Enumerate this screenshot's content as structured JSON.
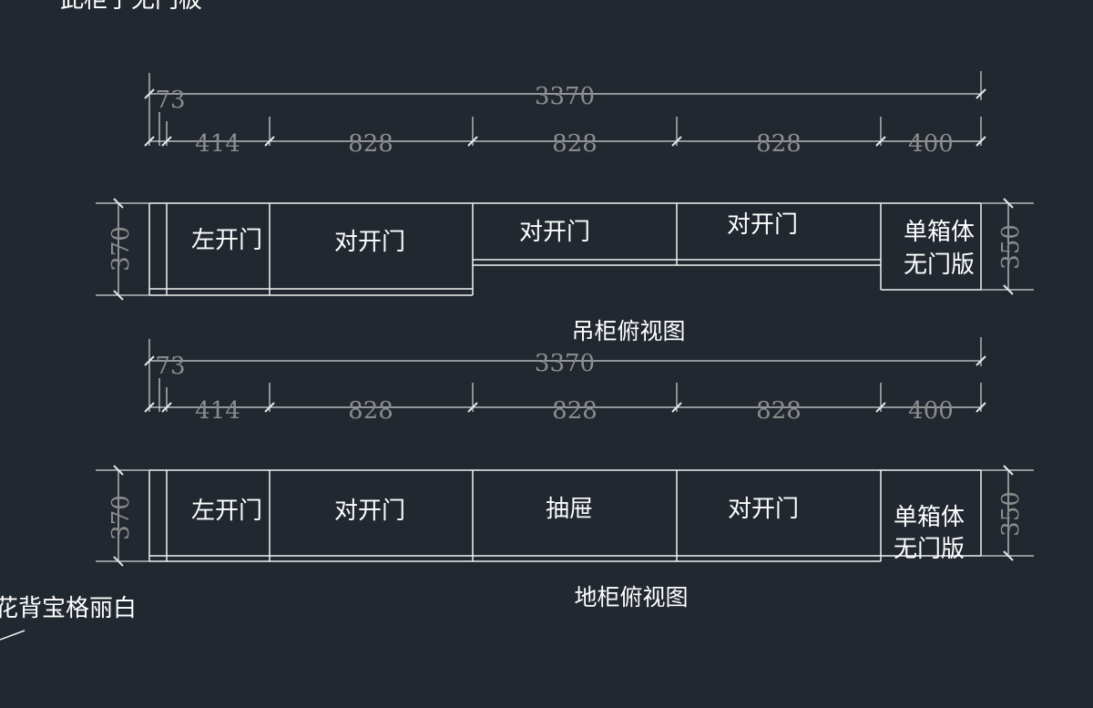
{
  "top_note": "此柜子无门板",
  "bottom_note": "花背宝格丽白",
  "upper": {
    "title": "吊柜俯视图",
    "overall_dim": "3370",
    "first_dim": "73",
    "dims": [
      "414",
      "828",
      "828",
      "828",
      "400"
    ],
    "depth_left": "370",
    "depth_right": "350",
    "sections": [
      {
        "lines": [
          "左开门"
        ]
      },
      {
        "lines": [
          "对开门"
        ]
      },
      {
        "lines": [
          "对开门"
        ]
      },
      {
        "lines": [
          "对开门"
        ]
      },
      {
        "lines": [
          "单箱体",
          "无门版"
        ]
      }
    ]
  },
  "base": {
    "title": "地柜俯视图",
    "overall_dim": "3370",
    "first_dim": "73",
    "dims": [
      "414",
      "828",
      "828",
      "828",
      "400"
    ],
    "depth_left": "370",
    "depth_right": "350",
    "sections": [
      {
        "lines": [
          "左开门"
        ]
      },
      {
        "lines": [
          "对开门"
        ]
      },
      {
        "lines": [
          "抽屉"
        ]
      },
      {
        "lines": [
          "对开门"
        ]
      },
      {
        "lines": [
          "单箱体",
          "无门版"
        ]
      }
    ]
  }
}
